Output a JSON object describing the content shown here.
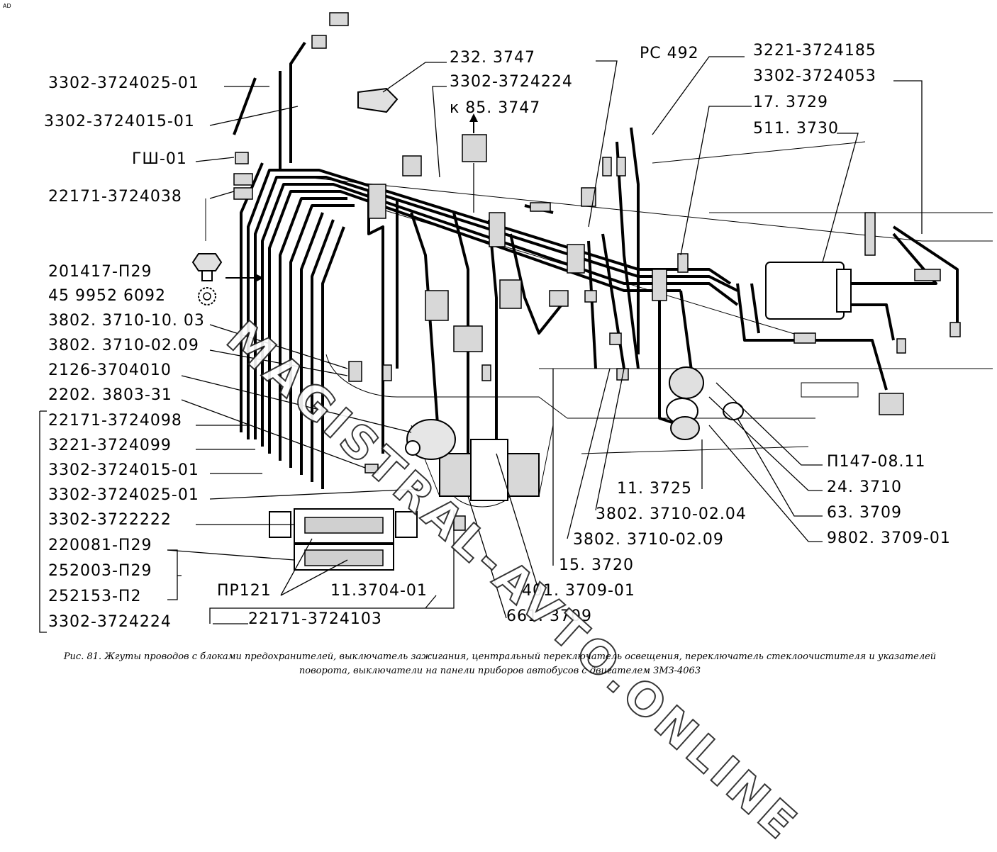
{
  "corner_mark": "AD",
  "watermark": "MAGISTRAL-AVTO.ONLINE",
  "labels_left": [
    "3302-3724025-01",
    "3302-3724015-01",
    "ГШ-01",
    "22171-3724038",
    "201417-П29",
    "45 9952 6092",
    "3802. 3710-10. 03",
    "3802. 3710-02.09",
    "2126-3704010",
    "2202. 3803-31",
    "22171-3724098",
    "3221-3724099",
    "3302-3724015-01",
    "3302-3724025-01",
    "3302-3722222",
    "220081-П29",
    "252003-П29",
    "252153-П2",
    "3302-3724224"
  ],
  "labels_top": [
    "232. 3747",
    "3302-3724224",
    "к 85. 3747",
    "PC 492",
    "3221-3724185",
    "3302-3724053",
    "17. 3729",
    "511. 3730"
  ],
  "labels_right": [
    "П147-08.11",
    "24. 3710",
    "63. 3709",
    "9802. 3709-01"
  ],
  "labels_bottom": [
    "11. 3725",
    "3802. 3710-02.04",
    "3802. 3710-02.09",
    "15. 3720",
    "401. 3709-01",
    "661. 3709",
    "ПР121",
    "11.3704-01",
    "22171-3724103"
  ],
  "caption": [
    "Рис. 81. Жгуты проводов с блоками предохранителей, выключатель зажигания, центральный переключатель освещения, переключатель стеклоочистителя и указателей",
    "поворота, выключатели на панели приборов автобусов с двигателем ЗМЗ-4063"
  ]
}
